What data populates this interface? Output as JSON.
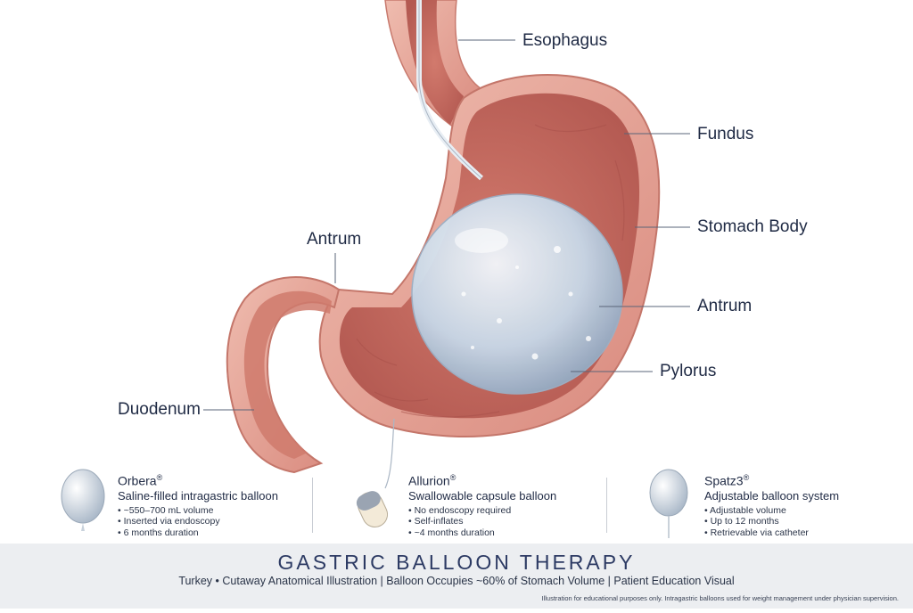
{
  "labels": {
    "esophagus": "Esophagus",
    "fundus": "Fundus",
    "stomach_body": "Stomach Body",
    "antrum_left": "Antrum",
    "antrum_right": "Antrum",
    "pylorus": "Pylorus",
    "duodenum": "Duodenum"
  },
  "products": [
    {
      "name": "Orbera",
      "mark": "®",
      "subtitle": "Saline-filled intragastric balloon",
      "bullets": [
        "~550–700 mL volume",
        "Inserted via endoscopy",
        "6 months duration"
      ]
    },
    {
      "name": "Allurion",
      "mark": "®",
      "subtitle": "Swallowable capsule balloon",
      "bullets": [
        "No endoscopy required",
        "Self-inflates",
        "~4 months duration"
      ]
    },
    {
      "name": "Spatz3",
      "mark": "®",
      "subtitle": "Adjustable balloon system",
      "bullets": [
        "Adjustable volume",
        "Up to 12 months",
        "Retrievable via catheter"
      ]
    }
  ],
  "footer": {
    "title": "GASTRIC BALLOON THERAPY",
    "subtitle": "Turkey • Cutaway Anatomical Illustration | Balloon Occupies ~60% of Stomach Volume | Patient Education Visual",
    "disclaimer": "Illustration for educational purposes only. Intragastric balloons used for weight management under physician supervision."
  },
  "colors": {
    "tissue_outer": "#e6a79b",
    "tissue_inner": "#c9685f",
    "lining": "#d98a7e",
    "balloon": "#c7d8e8",
    "text": "#1f2a44",
    "footer_bg": "#eceef1"
  }
}
